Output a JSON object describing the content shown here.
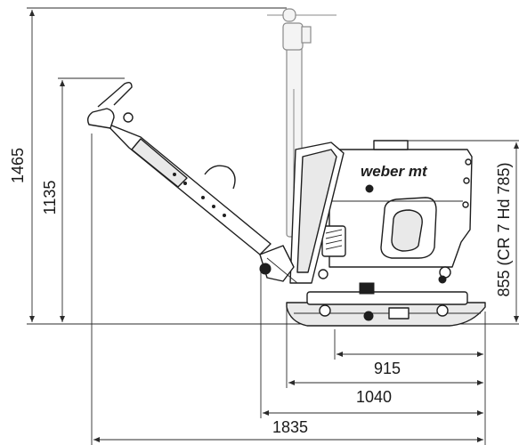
{
  "diagram": {
    "brand_logo": "weber mt",
    "dimensions": {
      "overall_height": "1465",
      "handle_height": "1135",
      "machine_height": "855 (CR 7 Hd 785)",
      "plate_length": "915",
      "base_length": "1040",
      "overall_length": "1835"
    }
  }
}
